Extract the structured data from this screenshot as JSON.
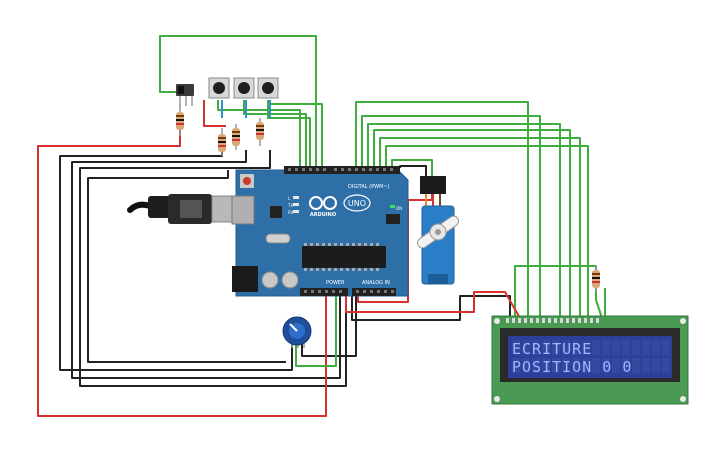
{
  "arduino": {
    "logo_text": "UNO",
    "brand_text": "ARDUINO",
    "digital_label": "DIGITAL (PWM~)",
    "power_label": "POWER",
    "analog_label": "ANALOG IN",
    "on_label": "ON",
    "tx_label": "TX",
    "rx_label": "RX",
    "l_label": "L"
  },
  "lcd": {
    "line1": "ECRITURE",
    "line2": "POSITION 0 0",
    "bezel_color": "#2a2a2a",
    "screen_color": "#2c3f9a",
    "board_color": "#4a9a54"
  },
  "colors": {
    "wire_green": "#3fae3f",
    "wire_red": "#d93030",
    "wire_black": "#222222",
    "board_blue": "#2f6fa8"
  }
}
